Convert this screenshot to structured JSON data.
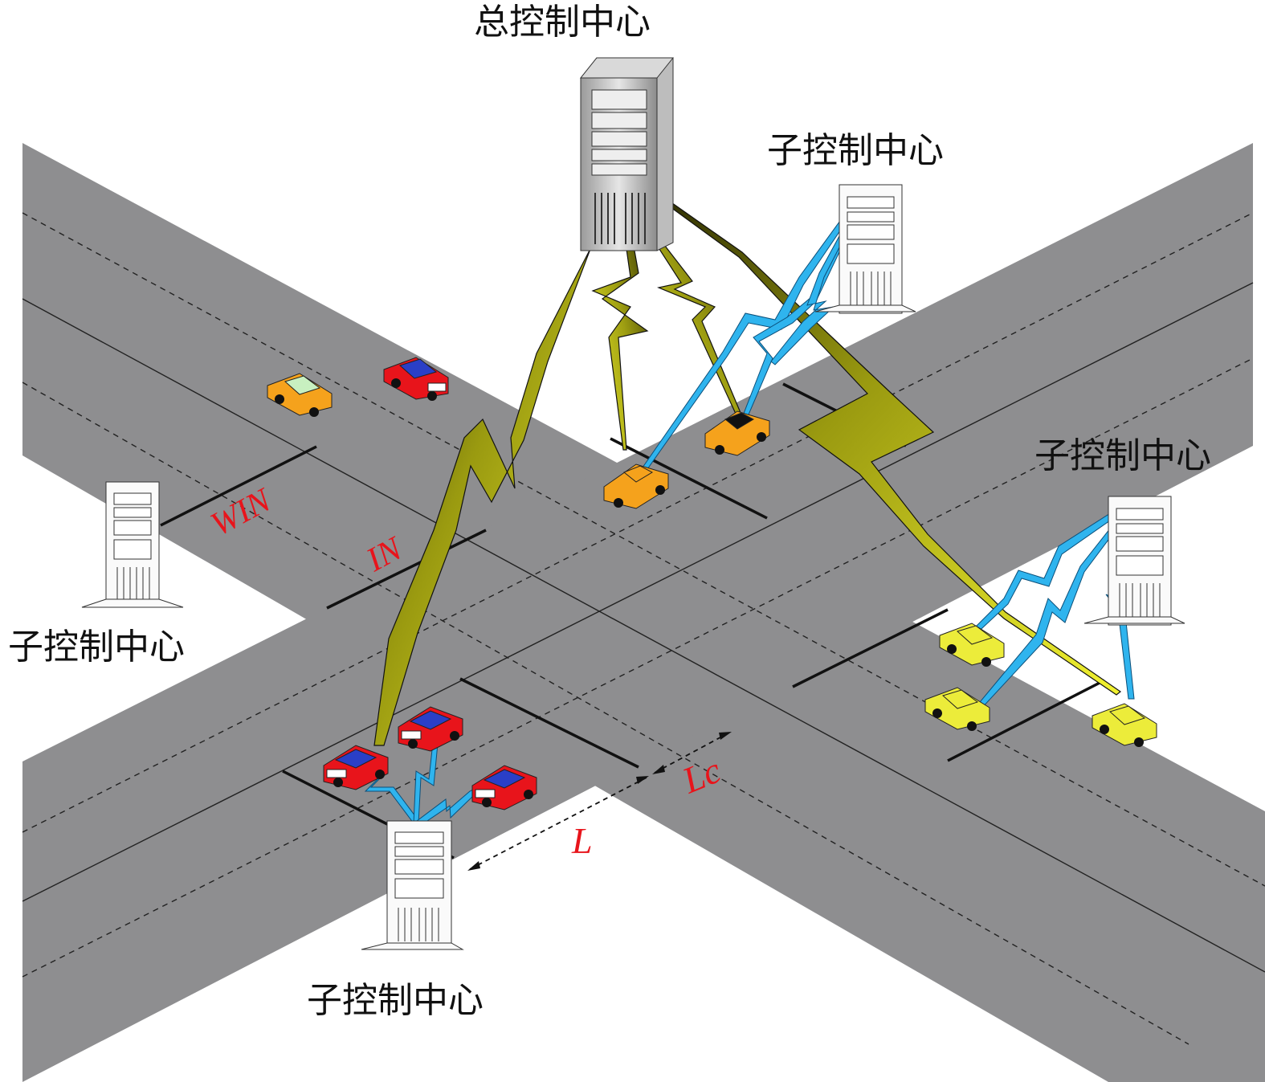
{
  "labels": {
    "main_center": "总控制中心",
    "sub_center_top_right": "子控制中心",
    "sub_center_right": "子控制中心",
    "sub_center_left": "子控制中心",
    "sub_center_bottom": "子控制中心",
    "win_zone": "WIN",
    "in_zone": "IN",
    "dist_l": "L",
    "dist_lc": "Lc"
  },
  "colors": {
    "road": "#8e8e90",
    "road_line": "#1a1a1a",
    "yellow_link": "#e6e81e",
    "blue_link": "#2fb4ee",
    "red_text": "#e8141b",
    "car_red": "#e8141b",
    "car_orange": "#f5a21c",
    "car_yellow": "#ecec3a"
  },
  "icons": [
    "server-tower-icon",
    "car-icon",
    "wireless-link-icon"
  ]
}
